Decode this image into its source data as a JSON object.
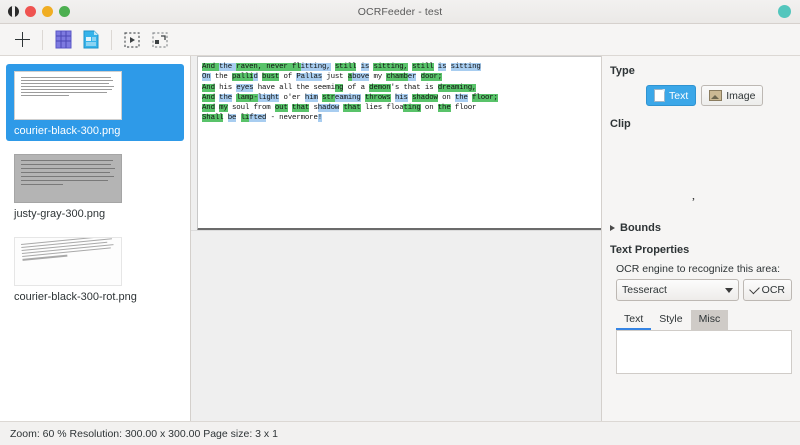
{
  "window": {
    "title": "OCRFeeder - test",
    "buttons": [
      "app-menu",
      "close",
      "minimize",
      "maximize"
    ],
    "right_indicator_color": "#53c6bd"
  },
  "toolbar": {
    "items": [
      {
        "name": "add-image-button",
        "icon": "plus-icon",
        "label": ""
      },
      {
        "name": "recognize-page-button",
        "icon": "grid-icon",
        "label": ""
      },
      {
        "name": "recognize-document-button",
        "icon": "document-icon",
        "label": ""
      },
      {
        "name": "select-all-areas-button",
        "icon": "select-area-icon",
        "label": ""
      },
      {
        "name": "delete-area-button",
        "icon": "deselect-area-icon",
        "label": ""
      }
    ]
  },
  "pages": {
    "items": [
      {
        "label": "courier-black-300.png",
        "thumb": "white",
        "selected": true
      },
      {
        "label": "justy-gray-300.png",
        "thumb": "gray",
        "selected": false
      },
      {
        "label": "courier-black-300-rot.png",
        "thumb": "rot",
        "selected": false
      }
    ]
  },
  "document": {
    "lines": [
      [
        {
          "t": "And ",
          "h": "g"
        },
        {
          "t": "the ",
          "h": "b"
        },
        {
          "t": "raven, never ",
          "h": "g"
        },
        {
          "t": "fl",
          "h": "g"
        },
        {
          "t": "itting,",
          "h": "b"
        },
        {
          "t": " ",
          "h": ""
        },
        {
          "t": "still",
          "h": "g"
        },
        {
          "t": " ",
          "h": ""
        },
        {
          "t": "is",
          "h": "b"
        },
        {
          "t": " ",
          "h": ""
        },
        {
          "t": "sitting,",
          "h": "g"
        },
        {
          "t": " ",
          "h": ""
        },
        {
          "t": "still",
          "h": "g"
        },
        {
          "t": " ",
          "h": ""
        },
        {
          "t": "is",
          "h": "b"
        },
        {
          "t": " ",
          "h": ""
        },
        {
          "t": "sitting",
          "h": "b"
        }
      ],
      [
        {
          "t": "On",
          "h": "b"
        },
        {
          "t": " the ",
          "h": ""
        },
        {
          "t": "palli",
          "h": "g"
        },
        {
          "t": "d",
          "h": "b"
        },
        {
          "t": " ",
          "h": ""
        },
        {
          "t": "bust",
          "h": "g"
        },
        {
          "t": " of ",
          "h": ""
        },
        {
          "t": "Pallas",
          "h": "b"
        },
        {
          "t": " just ",
          "h": ""
        },
        {
          "t": "a",
          "h": "g"
        },
        {
          "t": "bove",
          "h": "b"
        },
        {
          "t": " my ",
          "h": ""
        },
        {
          "t": "chamb",
          "h": "g"
        },
        {
          "t": "er",
          "h": "b"
        },
        {
          "t": " ",
          "h": ""
        },
        {
          "t": "door;",
          "h": "g"
        }
      ],
      [
        {
          "t": "And",
          "h": "g"
        },
        {
          "t": " his ",
          "h": ""
        },
        {
          "t": "eyes",
          "h": "b"
        },
        {
          "t": " have all the seemi",
          "h": ""
        },
        {
          "t": "ng",
          "h": "g"
        },
        {
          "t": " of ",
          "h": ""
        },
        {
          "t": "a ",
          "h": ""
        },
        {
          "t": "demon",
          "h": "g"
        },
        {
          "t": "'s that is ",
          "h": ""
        },
        {
          "t": "dreaming,",
          "h": "g"
        }
      ],
      [
        {
          "t": "And",
          "h": "g"
        },
        {
          "t": " ",
          "h": ""
        },
        {
          "t": "the",
          "h": "b"
        },
        {
          "t": " ",
          "h": ""
        },
        {
          "t": "lamp-",
          "h": "g"
        },
        {
          "t": "light",
          "h": "b"
        },
        {
          "t": " o'er ",
          "h": ""
        },
        {
          "t": "him",
          "h": "b"
        },
        {
          "t": " ",
          "h": ""
        },
        {
          "t": "str",
          "h": "g"
        },
        {
          "t": "eaming",
          "h": "b"
        },
        {
          "t": " ",
          "h": ""
        },
        {
          "t": "throws",
          "h": "g"
        },
        {
          "t": " ",
          "h": ""
        },
        {
          "t": "his",
          "h": "b"
        },
        {
          "t": " ",
          "h": ""
        },
        {
          "t": "shadow",
          "h": "g"
        },
        {
          "t": " on ",
          "h": ""
        },
        {
          "t": "the",
          "h": "b"
        },
        {
          "t": " ",
          "h": ""
        },
        {
          "t": "floor;",
          "h": "g"
        }
      ],
      [
        {
          "t": "And",
          "h": "g"
        },
        {
          "t": " ",
          "h": ""
        },
        {
          "t": "my",
          "h": "g"
        },
        {
          "t": " soul from ",
          "h": ""
        },
        {
          "t": "out",
          "h": "g"
        },
        {
          "t": " ",
          "h": ""
        },
        {
          "t": "that",
          "h": "g"
        },
        {
          "t": " s",
          "h": ""
        },
        {
          "t": "hadow",
          "h": "b"
        },
        {
          "t": " ",
          "h": ""
        },
        {
          "t": "that",
          "h": "g"
        },
        {
          "t": " lies floa",
          "h": ""
        },
        {
          "t": "ting",
          "h": "g"
        },
        {
          "t": " on ",
          "h": ""
        },
        {
          "t": "the",
          "h": "g"
        },
        {
          "t": " floor",
          "h": ""
        }
      ],
      [
        {
          "t": "Shall",
          "h": "g"
        },
        {
          "t": " ",
          "h": ""
        },
        {
          "t": "be",
          "h": "b"
        },
        {
          "t": " ",
          "h": ""
        },
        {
          "t": "li",
          "h": "g"
        },
        {
          "t": "fted",
          "h": "b"
        },
        {
          "t": " - nevermore",
          "h": ""
        },
        {
          "t": "!",
          "h": "b"
        }
      ]
    ],
    "highlight_green": "#59c36a",
    "highlight_blue": "#a8cdf0"
  },
  "properties": {
    "type_section_label": "Type",
    "type_buttons": [
      {
        "label": "Text",
        "icon": "text-document-icon",
        "active": true
      },
      {
        "label": "Image",
        "icon": "image-icon",
        "active": false
      }
    ],
    "clip_section_label": "Clip",
    "clip_value": ",",
    "bounds_label": "Bounds",
    "text_properties_label": "Text Properties",
    "ocr_engine_label": "OCR engine to recognize this area:",
    "ocr_engine_value": "Tesseract",
    "ocr_button_label": "OCR",
    "tabs": [
      {
        "label": "Text",
        "state": "active"
      },
      {
        "label": "Style",
        "state": "normal"
      },
      {
        "label": "Misc",
        "state": "hover"
      }
    ],
    "accent_color": "#3ba7e8"
  },
  "statusbar": {
    "text": "Zoom: 60 % Resolution: 300.00 x 300.00 Page size: 3 x 1"
  }
}
